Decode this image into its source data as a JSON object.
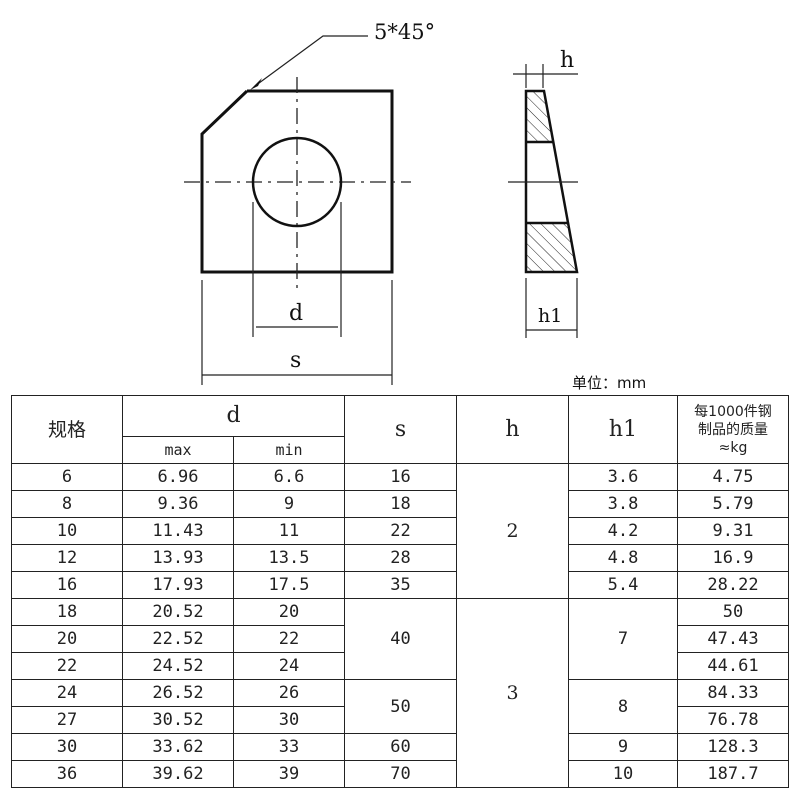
{
  "drawing": {
    "chamfer_label": "5*45°",
    "front_view": {
      "dim_d_label": "d",
      "dim_s_label": "s"
    },
    "side_view": {
      "dim_h_label": "h",
      "dim_h1_label": "h1"
    }
  },
  "unit_label": "单位：mm",
  "table": {
    "headers": {
      "spec": "规格",
      "d": "d",
      "d_max": "max",
      "d_min": "min",
      "s": "s",
      "h": "h",
      "h1": "h1",
      "mass_line1": "每1000件钢",
      "mass_line2": "制品的质量",
      "mass_line3": "≈kg"
    },
    "rows": [
      {
        "spec": "6",
        "d_max": "6.96",
        "d_min": "6.6",
        "s": "16",
        "h": "2",
        "h1": "3.6",
        "mass": "4.75"
      },
      {
        "spec": "8",
        "d_max": "9.36",
        "d_min": "9",
        "s": "18",
        "h": "2",
        "h1": "3.8",
        "mass": "5.79"
      },
      {
        "spec": "10",
        "d_max": "11.43",
        "d_min": "11",
        "s": "22",
        "h": "2",
        "h1": "4.2",
        "mass": "9.31"
      },
      {
        "spec": "12",
        "d_max": "13.93",
        "d_min": "13.5",
        "s": "28",
        "h": "2",
        "h1": "4.8",
        "mass": "16.9"
      },
      {
        "spec": "16",
        "d_max": "17.93",
        "d_min": "17.5",
        "s": "35",
        "h": "2",
        "h1": "5.4",
        "mass": "28.22"
      },
      {
        "spec": "18",
        "d_max": "20.52",
        "d_min": "20",
        "s": "40",
        "h": "3",
        "h1": "7",
        "mass": "50"
      },
      {
        "spec": "20",
        "d_max": "22.52",
        "d_min": "22",
        "s": "40",
        "h": "3",
        "h1": "7",
        "mass": "47.43"
      },
      {
        "spec": "22",
        "d_max": "24.52",
        "d_min": "24",
        "s": "40",
        "h": "3",
        "h1": "7",
        "mass": "44.61"
      },
      {
        "spec": "24",
        "d_max": "26.52",
        "d_min": "26",
        "s": "50",
        "h": "3",
        "h1": "8",
        "mass": "84.33"
      },
      {
        "spec": "27",
        "d_max": "30.52",
        "d_min": "30",
        "s": "50",
        "h": "3",
        "h1": "8",
        "mass": "76.78"
      },
      {
        "spec": "30",
        "d_max": "33.62",
        "d_min": "33",
        "s": "60",
        "h": "3",
        "h1": "9",
        "mass": "128.3"
      },
      {
        "spec": "36",
        "d_max": "39.62",
        "d_min": "39",
        "s": "70",
        "h": "3",
        "h1": "10",
        "mass": "187.7"
      }
    ]
  }
}
